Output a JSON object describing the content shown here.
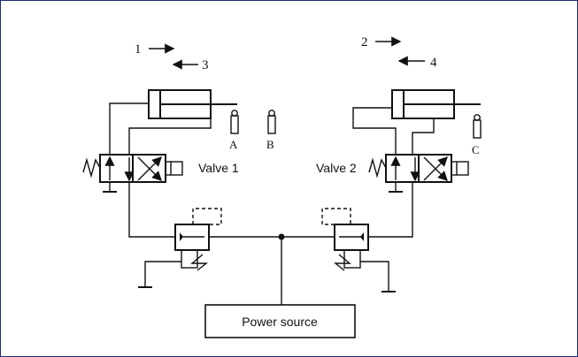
{
  "step_labels": {
    "s1": "1",
    "s2": "2",
    "s3": "3",
    "s4": "4"
  },
  "switch_labels": {
    "a": "A",
    "b": "B",
    "c": "C"
  },
  "valve_labels": {
    "v1": "Valve 1",
    "v2": "Valve 2"
  },
  "power_source_label": "Power source",
  "colors": {
    "frame": "#1e2a78",
    "line": "#111111"
  }
}
